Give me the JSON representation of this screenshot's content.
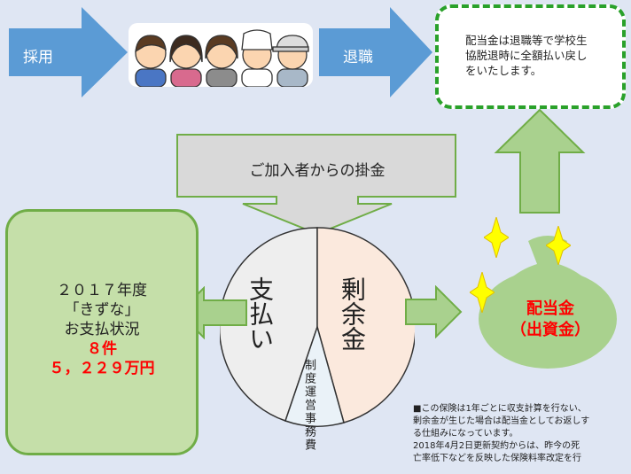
{
  "flow": {
    "hire_label": "採用",
    "retire_label": "退職"
  },
  "note": {
    "text_lines": [
      "配当金は退職等で学校生",
      "協脱退時に全額払い戻し",
      "をいたします。"
    ]
  },
  "premium": {
    "label": "ご加入者からの掛金"
  },
  "pie": {
    "payout_label": "支払い",
    "surplus_label": "剰余金",
    "admin_label": "制度運営事務費"
  },
  "status": {
    "year_line": "２０１７年度",
    "name_line": "「きずな」",
    "payout_line": "お支払状況",
    "count_line": "８件",
    "amount_line": "５，２２９万円"
  },
  "dividend": {
    "line1": "配当金",
    "line2": "（出資金）"
  },
  "footnote": {
    "lines": [
      "■この保険は1年ごとに収支計算を行ない、",
      "剰余金が生じた場合は配当金としてお返しす",
      "る仕組みになっています。",
      "2018年4月2日更新契約からは、昨今の死",
      "亡率低下などを反映した保険料率改定を行"
    ]
  },
  "colors": {
    "flow_arrow": "#5b9bd5",
    "green_arrow": "#a9d18e",
    "green_border": "#70ad47",
    "accent_red": "#ff0000",
    "dashed_green": "#2aa12a"
  }
}
